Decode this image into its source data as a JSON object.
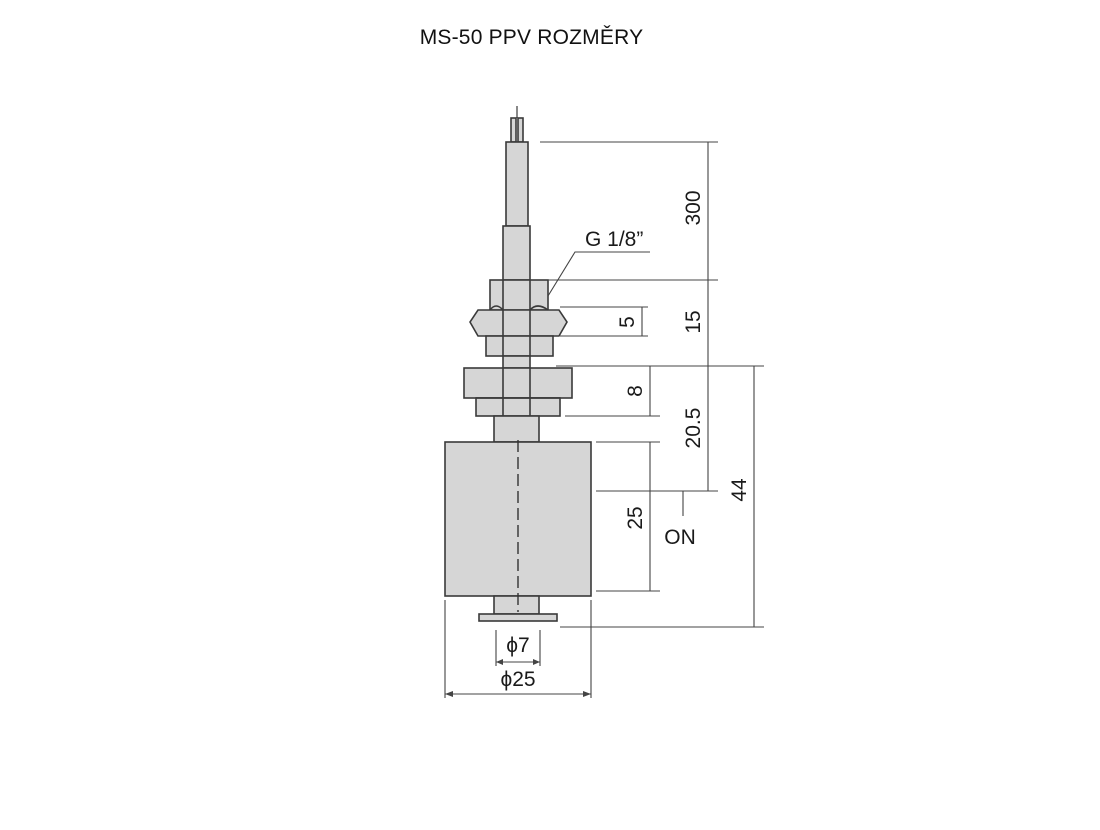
{
  "title": "MS-50 PPV ROZMĚRY",
  "thread_label": "G 1/8”",
  "dimensions": {
    "cable_length": "300",
    "nut_section": "15",
    "nut_height": "5",
    "collar_height": "8",
    "switch_point": "20.5",
    "total_height": "44",
    "float_height": "25",
    "on_label": "ON",
    "stem_diameter": "ϕ7",
    "float_diameter": "ϕ25"
  },
  "colors": {
    "body_fill": "#d6d6d6",
    "outline": "#3a3a3a",
    "dimension_line": "#444444"
  }
}
